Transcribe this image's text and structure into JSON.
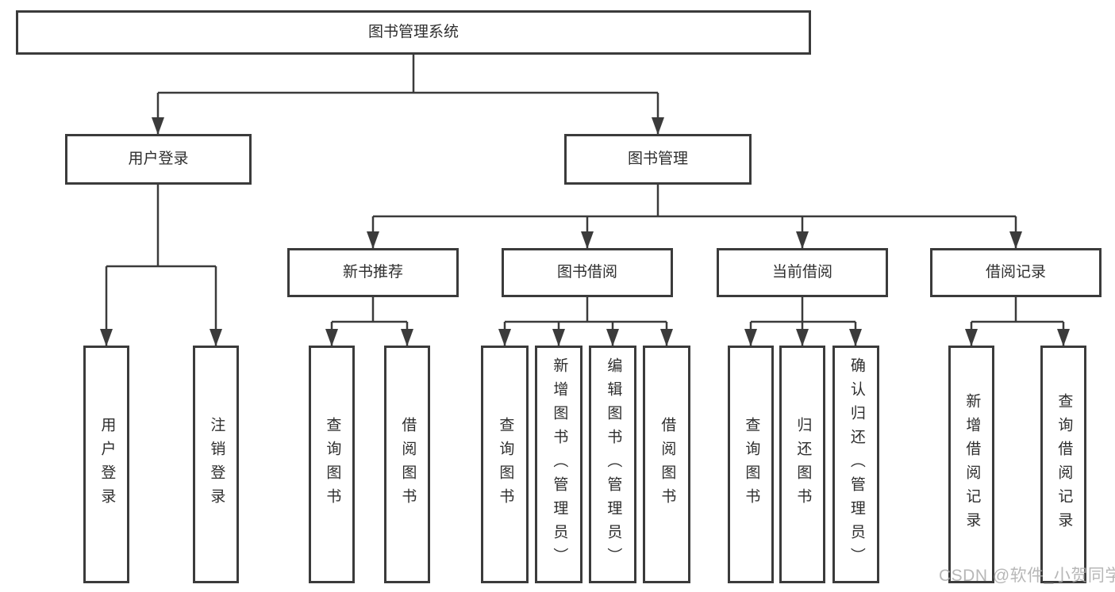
{
  "tree": {
    "root": {
      "label": "图书管理系统"
    },
    "branches": [
      {
        "label": "用户登录",
        "children": [
          {
            "label": "用户登录"
          },
          {
            "label": "注销登录"
          }
        ]
      },
      {
        "label": "图书管理",
        "groups": [
          {
            "label": "新书推荐",
            "children": [
              {
                "label": "查询图书"
              },
              {
                "label": "借阅图书"
              }
            ]
          },
          {
            "label": "图书借阅",
            "children": [
              {
                "label": "查询图书"
              },
              {
                "label": "新增图书（管理员）"
              },
              {
                "label": "编辑图书（管理员）"
              },
              {
                "label": "借阅图书"
              }
            ]
          },
          {
            "label": "当前借阅",
            "children": [
              {
                "label": "查询图书"
              },
              {
                "label": "归还图书"
              },
              {
                "label": "确认归还（管理员）"
              }
            ]
          },
          {
            "label": "借阅记录",
            "children": [
              {
                "label": "新增借阅记录"
              },
              {
                "label": "查询借阅记录"
              }
            ]
          }
        ]
      }
    ]
  },
  "watermark": {
    "text": "CSDN @软件_小贺同学"
  },
  "colors": {
    "line": "#3b3b3b",
    "border": "#3b3b3b",
    "text": "#2e2e2e",
    "background": "#ffffff",
    "watermark": "#ababab"
  }
}
